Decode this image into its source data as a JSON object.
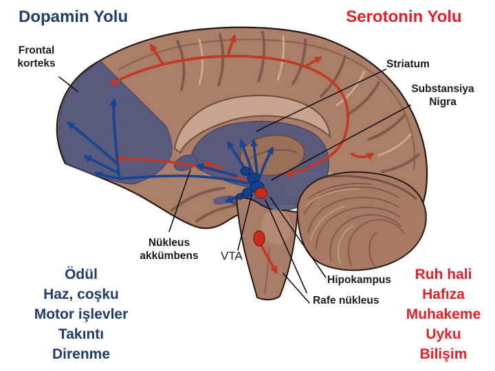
{
  "titles": {
    "dopamine": "Dopamin Yolu",
    "serotonin": "Serotonin Yolu"
  },
  "labels": {
    "frontal_cortex": "Frontal\nkorteks",
    "striatum": "Striatum",
    "substantia_nigra": "Substansiya\nNigra",
    "nucleus_accumbens": "Nükleus\nakkümbens",
    "vta": "VTA",
    "hippocampus": "Hipokampus",
    "raphe_nucleus": "Rafe nükleus"
  },
  "dopamine_effects": [
    "Ödül",
    "Haz, coşku",
    "Motor işlevler",
    "Takıntı",
    "Direnme"
  ],
  "serotonin_effects": [
    "Ruh hali",
    "Hafıza",
    "Muhakeme",
    "Uyku",
    "Bilişim"
  ],
  "colors": {
    "dopamine_text": "#1f3c6e",
    "serotonin_text": "#ec1c24",
    "dopamine_pathway": "#1a4490",
    "serotonin_pathway": "#c23a26",
    "brain_base": "#ab7e67",
    "shaded_region": "#565a7e",
    "label_text": "#1a1a1a",
    "background": "#ffffff"
  }
}
